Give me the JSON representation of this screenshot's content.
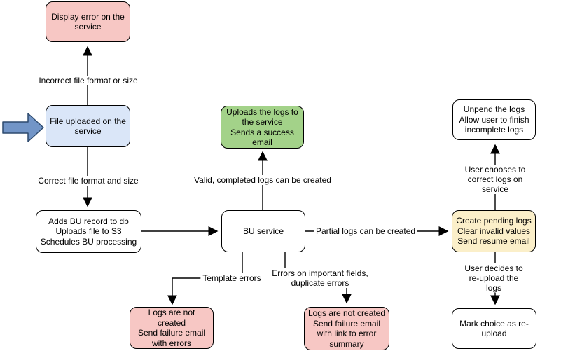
{
  "diagram": {
    "type": "flowchart",
    "description": "Bulk upload (BU) file processing flow"
  },
  "colors": {
    "white": "#FFFFFF",
    "pink": "#F7C7C4",
    "blue": "#DAE6F8",
    "green": "#A3D289",
    "yellow": "#FBEFC9",
    "line": "#000000",
    "fat_arrow_fill": "#7295C7",
    "fat_arrow_stroke": "#2D4A6E"
  },
  "nodes": {
    "display_error": {
      "label": "Display error on the service",
      "color": "pink"
    },
    "file_uploaded": {
      "label": "File uploaded on the service",
      "color": "blue"
    },
    "adds_bu": {
      "label": "Adds BU record to db\nUploads file to S3\nSchedules BU processing",
      "color": "white"
    },
    "bu_service": {
      "label": "BU service",
      "color": "white"
    },
    "uploads_logs": {
      "label": "Uploads the logs to the service\nSends a success email",
      "color": "green"
    },
    "create_pending": {
      "label": "Create pending logs\nClear invalid values\nSend resume email",
      "color": "yellow"
    },
    "unpend": {
      "label": "Unpend the logs\nAllow user to finish incomplete logs",
      "color": "white"
    },
    "mark_choice": {
      "label": "Mark choice as re-upload",
      "color": "white"
    },
    "logs_not_created_errors": {
      "label": "Logs are not created\nSend failure email\nwith errors",
      "color": "pink"
    },
    "logs_not_created_summary": {
      "label": "Logs are not created\nSend failure email\nwith link to error\nsummary",
      "color": "pink"
    }
  },
  "edges": {
    "incorrect": {
      "label": "Incorrect file format or size"
    },
    "correct": {
      "label": "Correct file format and size"
    },
    "valid": {
      "label": "Valid, completed logs can be created"
    },
    "partial": {
      "label": "Partial logs can be created"
    },
    "template": {
      "label": "Template errors"
    },
    "important_fields": {
      "label": "Errors on important fields,\nduplicate errors"
    },
    "user_chooses": {
      "label": "User chooses to correct logs on service"
    },
    "user_decides": {
      "label": "User decides to re-upload the logs"
    }
  }
}
